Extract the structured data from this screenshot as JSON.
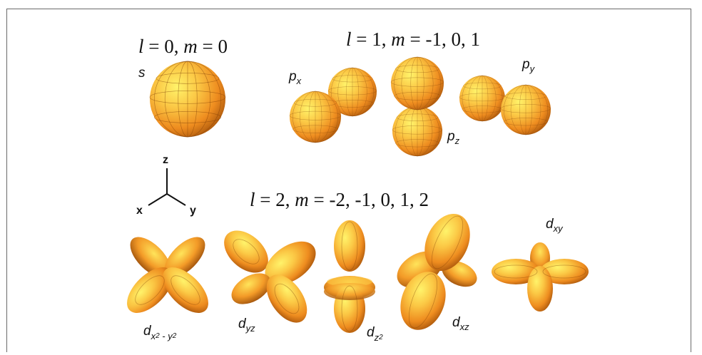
{
  "titles": {
    "l0": {
      "l": "l",
      "eq1": " = 0, ",
      "m": "m",
      "eq2": " = 0"
    },
    "l1": {
      "l": "l",
      "eq1": " = 1, ",
      "m": "m",
      "eq2": " = -1, 0, 1"
    },
    "l2": {
      "l": "l",
      "eq1": " = 2, ",
      "m": "m",
      "eq2": " = -2, -1, 0, 1, 2"
    }
  },
  "labels": {
    "s": "s",
    "px": {
      "base": "p",
      "sub": "x"
    },
    "py": {
      "base": "p",
      "sub": "y"
    },
    "pz": {
      "base": "p",
      "sub": "z"
    },
    "dx2y2": {
      "base": "d",
      "sub_a": "x",
      "sup_a": "2",
      "mid": " - ",
      "sub_b": "y",
      "sup_b": "2"
    },
    "dyz": {
      "base": "d",
      "sub": "yz"
    },
    "dz2": {
      "base": "d",
      "sub_a": "z",
      "sup_a": "2"
    },
    "dxz": {
      "base": "d",
      "sub": "xz"
    },
    "dxy": {
      "base": "d",
      "sub": "xy"
    }
  },
  "axes": {
    "z": "z",
    "x": "x",
    "y": "y"
  },
  "colors": {
    "orbital_light": "#fff36a",
    "orbital_mid": "#f7a531",
    "orbital_dark": "#9a4a07",
    "grid": "#7a3b06"
  }
}
